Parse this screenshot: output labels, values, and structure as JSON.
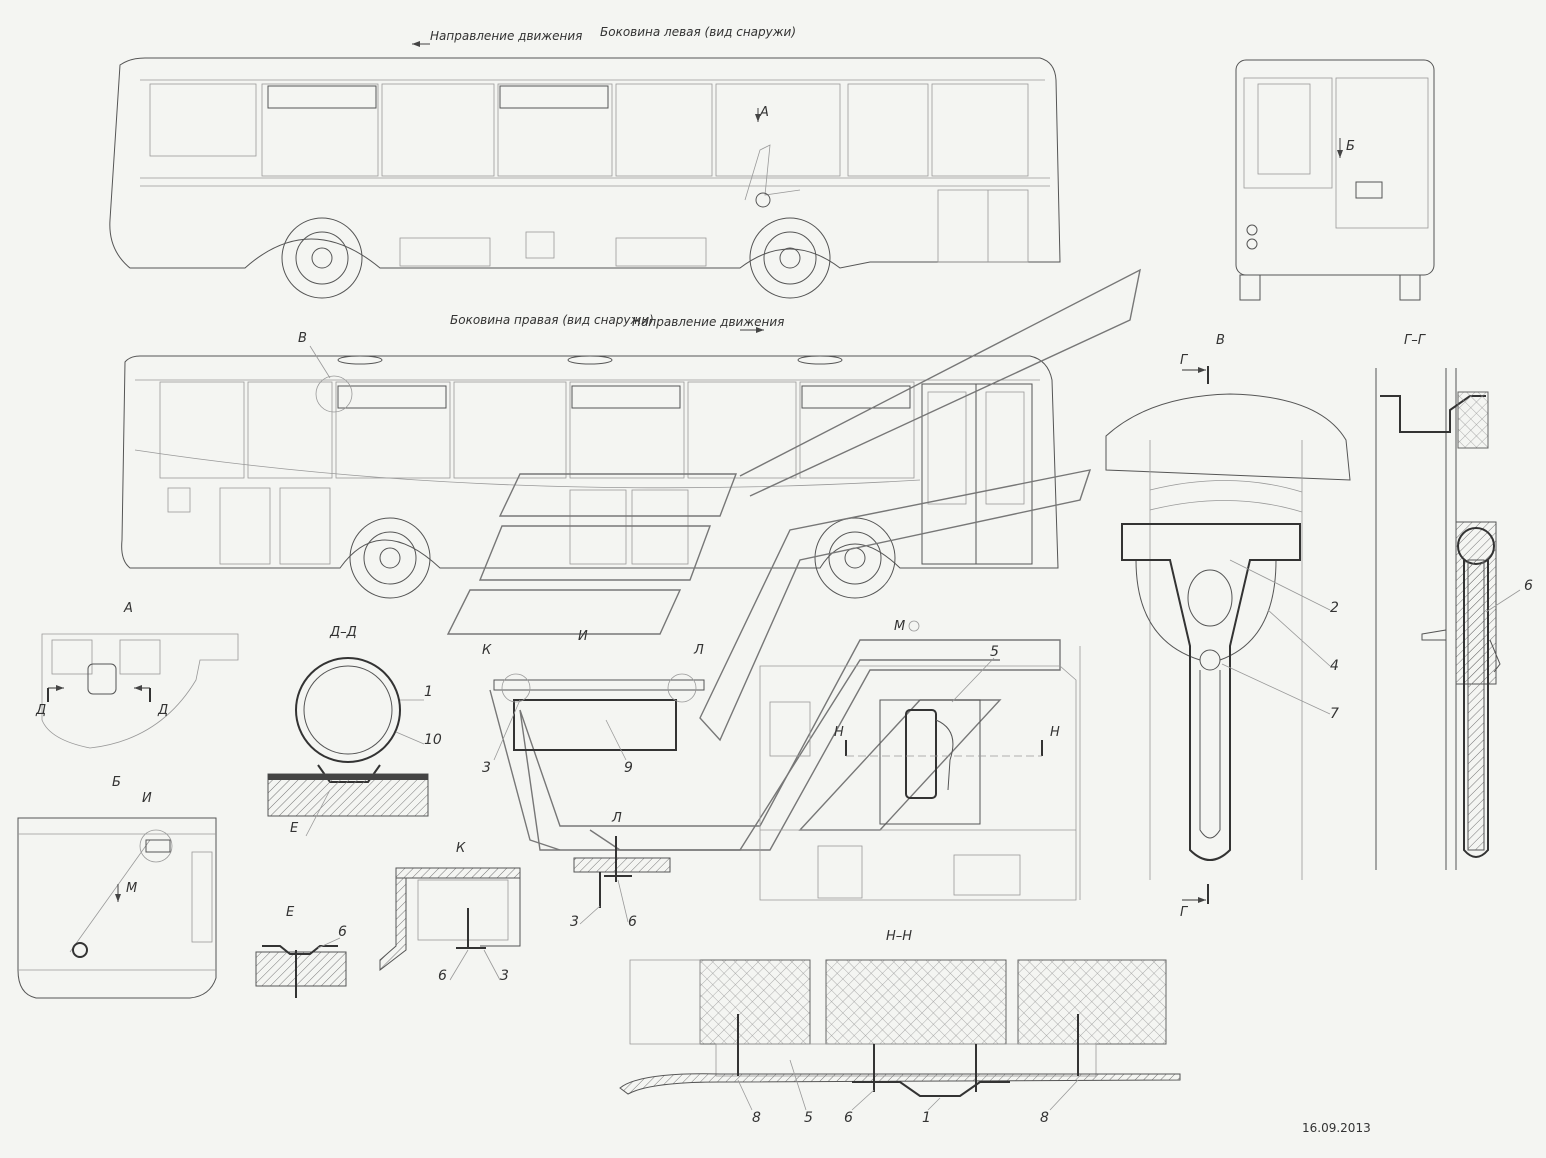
{
  "labels": {
    "direction_top": "Направление движения",
    "left_side": "Боковина левая (вид снаружи)",
    "right_side": "Боковина правая (вид снаружи)",
    "direction_mid": "Направление движения",
    "view_A": "А",
    "view_A_on_side": "А",
    "view_B_rear": "Б",
    "view_V_on_side": "В",
    "view_V_title": "В",
    "section_GG": "Г–Г",
    "g_top": "Г",
    "g_bottom": "Г",
    "view_B": "Б",
    "view_I_on_b": "И",
    "view_M_on_b": "М",
    "section_DD": "Д–Д",
    "d_left": "Д",
    "d_right": "Д",
    "view_K": "К",
    "view_I": "И",
    "view_L": "Л",
    "view_K_title": "К",
    "view_L_title": "Л",
    "view_E_on_dd": "Е",
    "view_E_title": "Е",
    "view_M": "М",
    "n_left": "Н",
    "n_right": "Н",
    "section_NN": "Н–Н",
    "date": "16.09.2013"
  },
  "callouts": {
    "dd_1": "1",
    "dd_10": "10",
    "e_6": "6",
    "i_3": "3",
    "i_9": "9",
    "k_6": "6",
    "k_3": "3",
    "l_3": "3",
    "l_6": "6",
    "m_5": "5",
    "v_2": "2",
    "v_4": "4",
    "v_7": "7",
    "gg_6": "6",
    "nn_8a": "8",
    "nn_5": "5",
    "nn_6": "6",
    "nn_1": "1",
    "nn_8b": "8"
  }
}
